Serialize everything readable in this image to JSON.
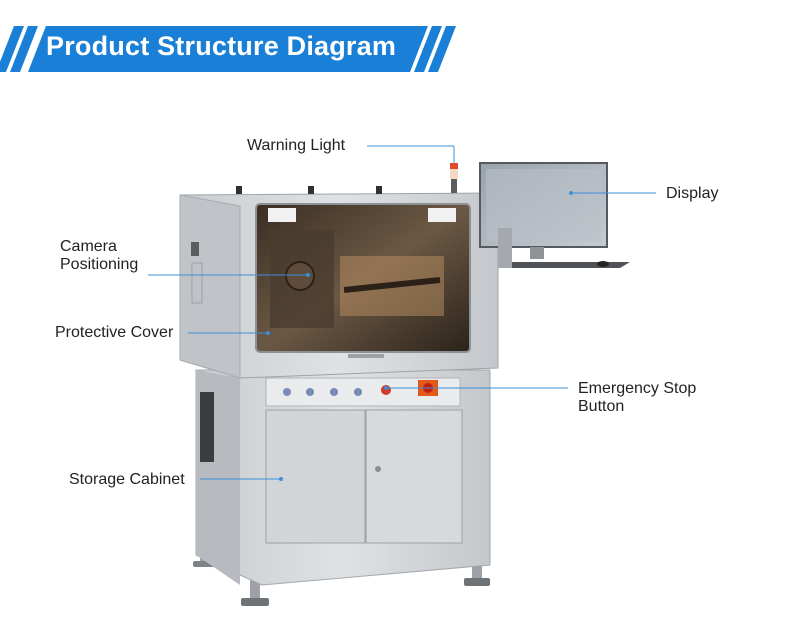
{
  "banner": {
    "title": "Product Structure Diagram",
    "color": "#1a7fd6"
  },
  "callouts": {
    "warning_light": "Warning Light",
    "display": "Display",
    "camera_positioning_line1": "Camera",
    "camera_positioning_line2": "Positioning",
    "protective_cover": "Protective Cover",
    "emergency_stop_line1": "Emergency Stop",
    "emergency_stop_line2": "Button",
    "storage_cabinet": "Storage Cabinet"
  },
  "leader_line_color": "#3d8fd6"
}
